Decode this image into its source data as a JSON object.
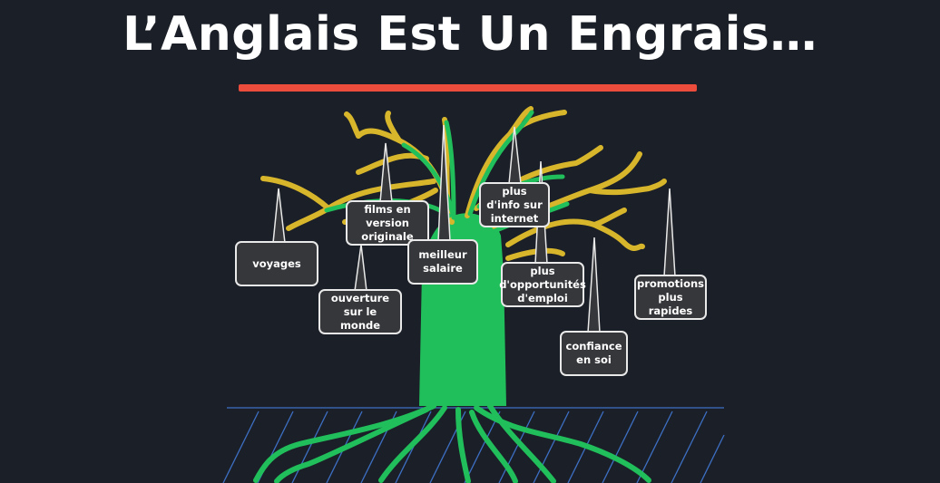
{
  "title": "L’Anglais Est Un Engrais…",
  "colors": {
    "background": "#1b1f27",
    "accent_bar": "#ec4c3c",
    "trunk": "#21bf5b",
    "branches_yellow": "#d8b62c",
    "ground": "#3d6fc4"
  },
  "tags": [
    {
      "id": "voyages",
      "label": "voyages"
    },
    {
      "id": "films",
      "label": "films en version originale"
    },
    {
      "id": "ouverture",
      "label": "ouverture sur le monde"
    },
    {
      "id": "salaire",
      "label": "meilleur salaire"
    },
    {
      "id": "info",
      "label": "plus d'info sur internet"
    },
    {
      "id": "emploi",
      "label": "plus d'opportunités d'emploi"
    },
    {
      "id": "confiance",
      "label": "confiance en soi"
    },
    {
      "id": "promotions",
      "label": "promotions plus rapides"
    }
  ]
}
